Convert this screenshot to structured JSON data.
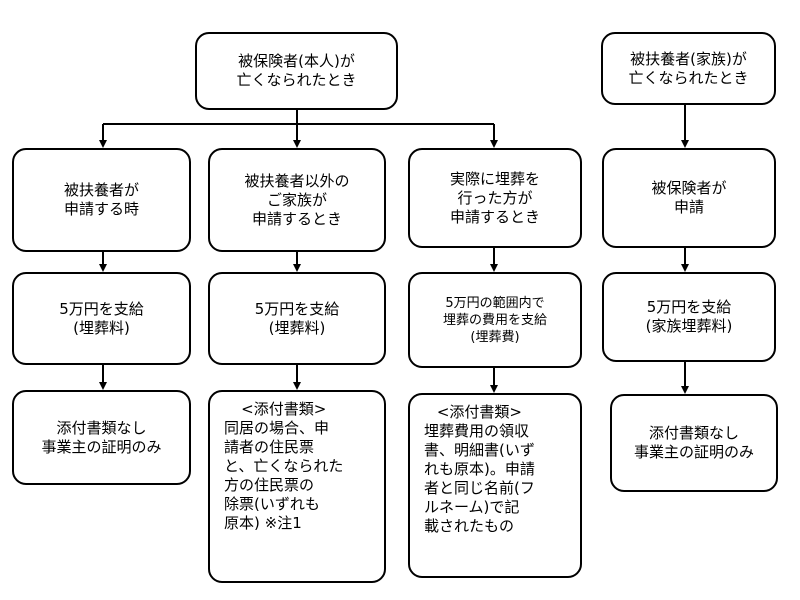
{
  "top": {
    "insured_death": "被保険者(本人)が\n亡くなられたとき",
    "dependent_death": "被扶養者(家族)が\n亡くなられたとき"
  },
  "applicants": {
    "dependent": "被扶養者が\n申請する時",
    "other_family": "被扶養者以外の\nご家族が\n申請するとき",
    "funeral_performer": "実際に埋葬を\n行った方が\n申請するとき",
    "insured": "被保険者が\n申請"
  },
  "benefits": {
    "col1": "5万円を支給\n(埋葬料)",
    "col2": "5万円を支給\n(埋葬料)",
    "col3": "5万円の範囲内で\n埋葬の費用を支給\n(埋葬費)",
    "col4": "5万円を支給\n(家族埋葬料)"
  },
  "documents": {
    "col1": "添付書類なし\n事業主の証明のみ",
    "col2_title": "<添付書類>",
    "col2_body": "同居の場合、申\n請者の住民票\nと、亡くなられた\n方の住民票の\n除票(いずれも\n原本) ※注1",
    "col3_title": "<添付書類>",
    "col3_body": "埋葬費用の領収\n書、明細書(いず\nれも原本)。申請\n者と同じ名前(フ\nルネーム)で記\n載されたもの",
    "col4": "添付書類なし\n事業主の証明のみ"
  }
}
